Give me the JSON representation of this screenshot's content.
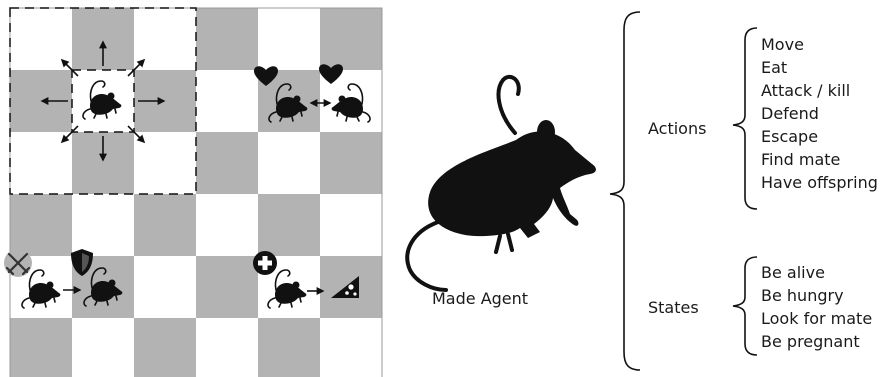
{
  "agent": {
    "title": "Made Agent",
    "actions": {
      "heading": "Actions",
      "items": [
        "Move",
        "Eat",
        "Attack / kill",
        "Defend",
        "Escape",
        "Find mate",
        "Have offspring"
      ]
    },
    "states": {
      "heading": "States",
      "items": [
        "Be alive",
        "Be hungry",
        "Look for mate",
        "Be pregnant"
      ]
    }
  },
  "board": {
    "rows": 6,
    "cols": 6,
    "light_color": "#ffffff",
    "dark_color": "#b3b3b3",
    "icons": [
      "mouse-icon",
      "heart-icon",
      "swords-icon",
      "shield-icon",
      "health-cross-icon",
      "cheese-icon",
      "arrow-icon"
    ]
  }
}
